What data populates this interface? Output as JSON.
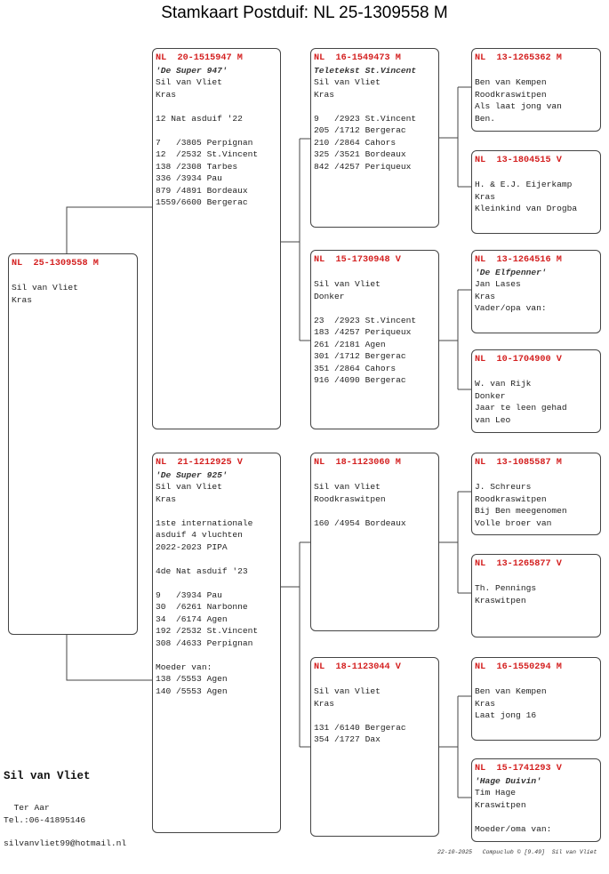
{
  "title": "Stamkaart Postduif: NL  25-1309558 M",
  "pigeons": [
    {
      "role": "subject",
      "ring": "NL  25-1309558 M",
      "lines": [
        "",
        "Sil van Vliet",
        "Kras"
      ]
    },
    {
      "role": "sire",
      "ring": "NL  20-1515947 M",
      "name": "'De Super 947'",
      "lines": [
        "Sil van Vliet",
        "Kras",
        "",
        "12 Nat asduif '22",
        "",
        "7   /3805 Perpignan",
        "12  /2532 St.Vincent",
        "138 /2308 Tarbes",
        "336 /3934 Pau",
        "879 /4891 Bordeaux",
        "1559/6600 Bergerac"
      ]
    },
    {
      "role": "dam",
      "ring": "NL  21-1212925 V",
      "name": "'De Super 925'",
      "lines": [
        "Sil van Vliet",
        "Kras",
        "",
        "1ste internationale",
        "asduif 4 vluchten",
        "2022-2023 PIPA",
        "",
        "4de Nat asduif '23",
        "",
        "9   /3934 Pau",
        "30  /6261 Narbonne",
        "34  /6174 Agen",
        "192 /2532 St.Vincent",
        "308 /4633 Perpignan",
        "",
        "Moeder van:",
        "138 /5553 Agen",
        "140 /5553 Agen"
      ]
    },
    {
      "role": "sire-sire",
      "ring": "NL  16-1549473 M",
      "name": "Teletekst St.Vincent",
      "lines": [
        "Sil van Vliet",
        "Kras",
        "",
        "9   /2923 St.Vincent",
        "205 /1712 Bergerac",
        "210 /2864 Cahors",
        "325 /3521 Bordeaux",
        "842 /4257 Periqueux"
      ]
    },
    {
      "role": "sire-dam",
      "ring": "NL  15-1730948 V",
      "lines": [
        "",
        "Sil van Vliet",
        "Donker",
        "",
        "23  /2923 St.Vincent",
        "183 /4257 Periqueux",
        "261 /2181 Agen",
        "301 /1712 Bergerac",
        "351 /2864 Cahors",
        "916 /4090 Bergerac"
      ]
    },
    {
      "role": "dam-sire",
      "ring": "NL  18-1123060 M",
      "lines": [
        "",
        "Sil van Vliet",
        "Roodkraswitpen",
        "",
        "160 /4954 Bordeaux"
      ]
    },
    {
      "role": "dam-dam",
      "ring": "NL  18-1123044 V",
      "lines": [
        "",
        "Sil van Vliet",
        "Kras",
        "",
        "131 /6140 Bergerac",
        "354 /1727 Dax"
      ]
    },
    {
      "role": "ss-sire",
      "ring": "NL  13-1265362 M",
      "lines": [
        "",
        "Ben van Kempen",
        "Roodkraswitpen",
        "Als laat jong van",
        "Ben."
      ]
    },
    {
      "role": "ss-dam",
      "ring": "NL  13-1804515 V",
      "lines": [
        "",
        "H. & E.J. Eijerkamp",
        "Kras",
        "Kleinkind van Drogba"
      ]
    },
    {
      "role": "sd-sire",
      "ring": "NL  13-1264516 M",
      "name": "'De Elfpenner'",
      "lines": [
        "Jan Lases",
        "Kras",
        "Vader/opa van:"
      ]
    },
    {
      "role": "sd-dam",
      "ring": "NL  10-1704900 V",
      "lines": [
        "",
        "W. van Rijk",
        "Donker",
        "Jaar te leen gehad",
        "van Leo"
      ]
    },
    {
      "role": "ds-sire",
      "ring": "NL  13-1085587 M",
      "lines": [
        "",
        "J. Schreurs",
        "Roodkraswitpen",
        "Bij Ben meegenomen",
        "Volle broer van"
      ]
    },
    {
      "role": "ds-dam",
      "ring": "NL  13-1265877 V",
      "lines": [
        "",
        "Th. Pennings",
        "Kraswitpen"
      ]
    },
    {
      "role": "dd-sire",
      "ring": "NL  16-1550294 M",
      "lines": [
        "",
        "Ben van Kempen",
        "Kras",
        "Laat jong 16"
      ]
    },
    {
      "role": "dd-dam",
      "ring": "NL  15-1741293 V",
      "name": "'Hage Duivin'",
      "lines": [
        "Tim Hage",
        "Kraswitpen",
        "",
        "Moeder/oma van:"
      ]
    }
  ],
  "owner": {
    "name": "Sil van Vliet",
    "city": "  Ter Aar",
    "phone": "Tel.:06-41895146",
    "email": "silvanvliet99@hotmail.nl"
  },
  "footer": "22-10-2025   Compuclub © [9.49]  Sil van Vliet"
}
